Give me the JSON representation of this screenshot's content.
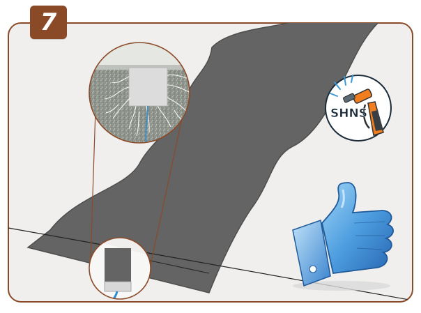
{
  "step": {
    "number": "7"
  },
  "logo": {
    "text": "SHNS"
  },
  "colors": {
    "frame": "#8a4a28",
    "panel_bg": "#f0efee",
    "membrane": "#646464",
    "membrane_dark": "#4d4d4d",
    "hose_blue": "#2a8fd1",
    "thumb_blue": "#3e8fd6",
    "nozzle_orange": "#f07d1e"
  },
  "icons": [
    "thumbs-up-icon",
    "spray-nozzle-icon",
    "magnifier-callout"
  ]
}
